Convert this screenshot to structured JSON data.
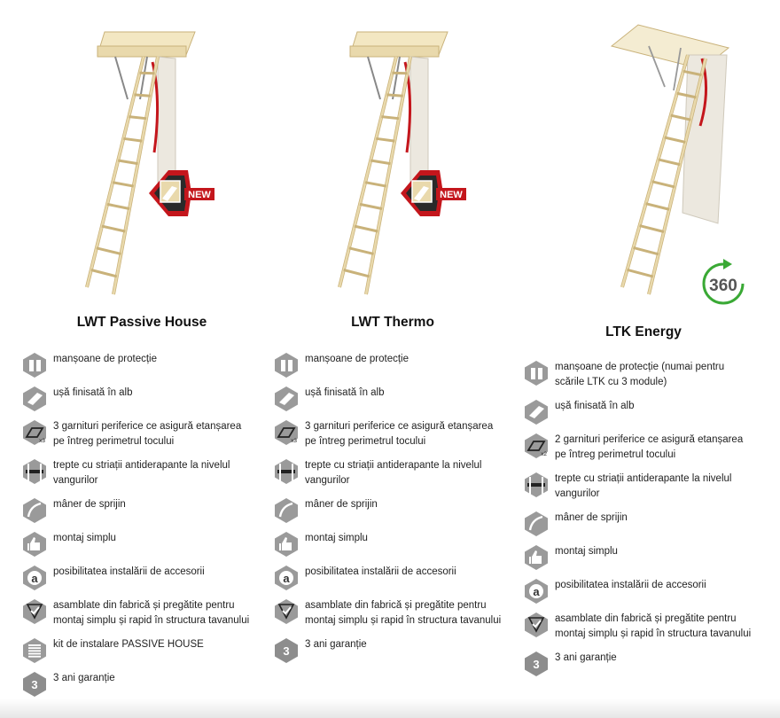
{
  "products": [
    {
      "id": "lwt-passive-house",
      "name": "LWT Passive House",
      "badge": "NEW",
      "features": [
        {
          "icon": "protective-sleeves-icon",
          "text": [
            "manșoane de protecție"
          ]
        },
        {
          "icon": "white-hatch-icon",
          "text": [
            "ușă finisată în alb"
          ]
        },
        {
          "icon": "seals-x3-icon",
          "badge": "x3",
          "text": [
            "3 garnituri periferice ce asigură etanșarea",
            "pe întreg perimetrul tocului"
          ]
        },
        {
          "icon": "grooved-steps-icon",
          "text": [
            "trepte cu striații antiderapante la nivelul",
            "vangurilor"
          ]
        },
        {
          "icon": "handrail-icon",
          "text": [
            "mâner de sprijin"
          ]
        },
        {
          "icon": "thumbs-up-icon",
          "text": [
            "montaj simplu"
          ]
        },
        {
          "icon": "accessories-a-icon",
          "glyph": "a",
          "text": [
            "posibilitatea instalării de accesorii"
          ]
        },
        {
          "icon": "factory-assembled-icon",
          "text": [
            "asamblate din fabrică și pregătite pentru",
            "montaj simplu și rapid în structura tavanului"
          ]
        },
        {
          "icon": "install-kit-icon",
          "text": [
            "kit de instalare PASSIVE HOUSE"
          ]
        },
        {
          "icon": "warranty-3-icon",
          "glyph": "3",
          "text": [
            "3 ani garanție"
          ]
        }
      ]
    },
    {
      "id": "lwt-thermo",
      "name": "LWT Thermo",
      "badge": "NEW",
      "features": [
        {
          "icon": "protective-sleeves-icon",
          "text": [
            "manșoane de protecție"
          ]
        },
        {
          "icon": "white-hatch-icon",
          "text": [
            "ușă finisată în alb"
          ]
        },
        {
          "icon": "seals-x3-icon",
          "badge": "x3",
          "text": [
            "3 garnituri periferice ce asigură etanșarea",
            "pe întreg perimetrul tocului"
          ]
        },
        {
          "icon": "grooved-steps-icon",
          "text": [
            "trepte cu striații antiderapante la nivelul",
            "vangurilor"
          ]
        },
        {
          "icon": "handrail-icon",
          "text": [
            "mâner de sprijin"
          ]
        },
        {
          "icon": "thumbs-up-icon",
          "text": [
            "montaj simplu"
          ]
        },
        {
          "icon": "accessories-a-icon",
          "glyph": "a",
          "text": [
            "posibilitatea instalării de accesorii"
          ]
        },
        {
          "icon": "factory-assembled-icon",
          "text": [
            "asamblate din fabrică și pregătite pentru",
            "montaj simplu și rapid în structura tavanului"
          ]
        },
        {
          "icon": "warranty-3-icon",
          "glyph": "3",
          "text": [
            "3 ani garanție"
          ]
        }
      ]
    },
    {
      "id": "ltk-energy",
      "name": "LTK Energy",
      "badge": "360",
      "features": [
        {
          "icon": "protective-sleeves-icon",
          "text": [
            "manșoane de protecție (numai pentru",
            "scările LTK cu 3 module)"
          ]
        },
        {
          "icon": "white-hatch-icon",
          "text": [
            "ușă finisată în alb"
          ]
        },
        {
          "icon": "seals-x2-icon",
          "badge": "x2",
          "text": [
            "2 garnituri periferice ce asigură etanșarea",
            "pe întreg perimetrul tocului"
          ]
        },
        {
          "icon": "grooved-steps-icon",
          "text": [
            "trepte cu striații antiderapante la nivelul",
            "vangurilor"
          ]
        },
        {
          "icon": "handrail-icon",
          "text": [
            "mâner de sprijin"
          ]
        },
        {
          "icon": "thumbs-up-icon",
          "text": [
            "montaj simplu"
          ]
        },
        {
          "icon": "accessories-a-icon",
          "glyph": "a",
          "text": [
            "posibilitatea instalării de accesorii"
          ]
        },
        {
          "icon": "factory-assembled-icon",
          "text": [
            "asamblate din fabrică și pregătite pentru",
            "montaj simplu și rapid în structura tavanului"
          ]
        },
        {
          "icon": "warranty-3-icon",
          "glyph": "3",
          "text": [
            "3 ani garanție"
          ]
        }
      ]
    }
  ],
  "colors": {
    "icon_fill": "#9a9a9a",
    "wood": "#e9d9ac",
    "wood_dark": "#c9b27a",
    "badge_red": "#c4161c",
    "badge_green": "#3aa935",
    "badge_gray": "#555555"
  }
}
